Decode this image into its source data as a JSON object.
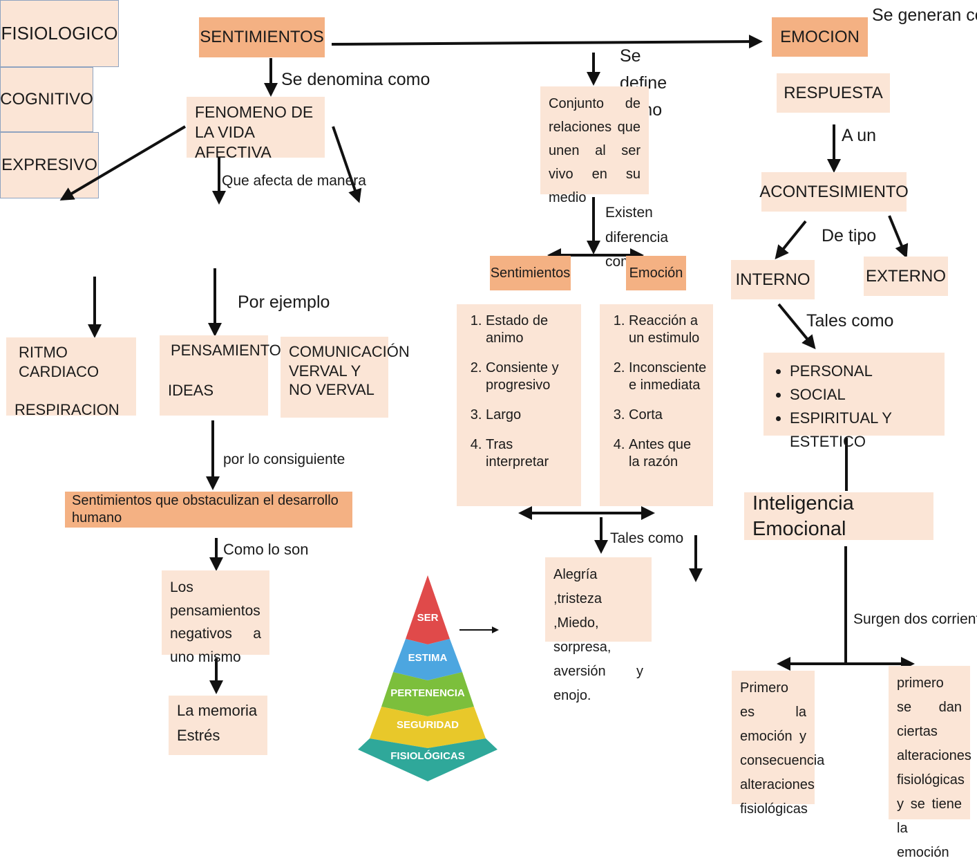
{
  "left": {
    "root": "SENTIMIENTOS",
    "denomina": "Se denomina como",
    "fenomeno": "FENOMENO DE LA VIDA AFECTIVA",
    "afecta": "Que afecta de manera",
    "fisiologico": "FISIOLOGICO",
    "cognitivo": "COGNITIVO",
    "expresivo": "EXPRESIVO",
    "por_ejemplo": "Por ejemplo",
    "ritmo": "RITMO CARDIACO",
    "respiracion": "RESPIRACION",
    "pensamientos": "PENSAMIENTOS",
    "ideas": "IDEAS",
    "comunicacion": "COMUNICACIÓN VERVAL Y NO VERVAL",
    "consiguiente": "por lo consiguiente",
    "obstaculizan": "Sentimientos que obstaculizan el desarrollo humano",
    "como_lo_son": "Como lo son",
    "negativos": "Los pensamientos negativos a uno mismo",
    "memoria": "La memoria",
    "estres": "Estrés"
  },
  "middle": {
    "se_define": "Se define como",
    "conjunto": "Conjunto de relaciones que unen al ser vivo en su medio",
    "existen": "Existen diferencia como",
    "sentimientos": "Sentimientos",
    "emocion": "Emoción",
    "sent_list": [
      "Estado de animo",
      "Consiente y progresivo",
      "Largo",
      "Tras interpretar"
    ],
    "emo_list": [
      "Reacción a un estimulo",
      "Inconsciente e inmediata",
      "Corta",
      "Antes que la razón"
    ],
    "tales_como": "Tales como",
    "ejemplos": "Alegría ,tristeza ,Miedo, sorpresa, aversión y enojo.",
    "pyramid": [
      "SER",
      "ESTIMA",
      "PERTENENCIA",
      "SEGURIDAD",
      "FISIOLÓGICAS"
    ],
    "pyramid_colors": [
      "#e04a4a",
      "#4ca6e0",
      "#7cbf3c",
      "#e8c82a",
      "#2fa89a"
    ]
  },
  "right": {
    "emocion": "EMOCION",
    "se_generan": "Se generan como",
    "respuesta": "RESPUESTA",
    "a_un": "A un",
    "acontesimiento": "ACONTESIMIENTO",
    "de_tipo": "De tipo",
    "interno": "INTERNO",
    "externo": "EXTERNO",
    "tales_como": "Tales como",
    "tipos": [
      "PERSONAL",
      "SOCIAL",
      "ESPIRITUAL Y ESTETICO"
    ],
    "inteligencia": "Inteligencia Emocional",
    "surgen": "Surgen dos corrientes",
    "primero_emocion": "Primero es la emoción y consecuencia alteraciones fisiológicas",
    "primero_alteraciones": "primero se dan ciertas alteraciones fisiológicas y se tiene la emoción"
  }
}
